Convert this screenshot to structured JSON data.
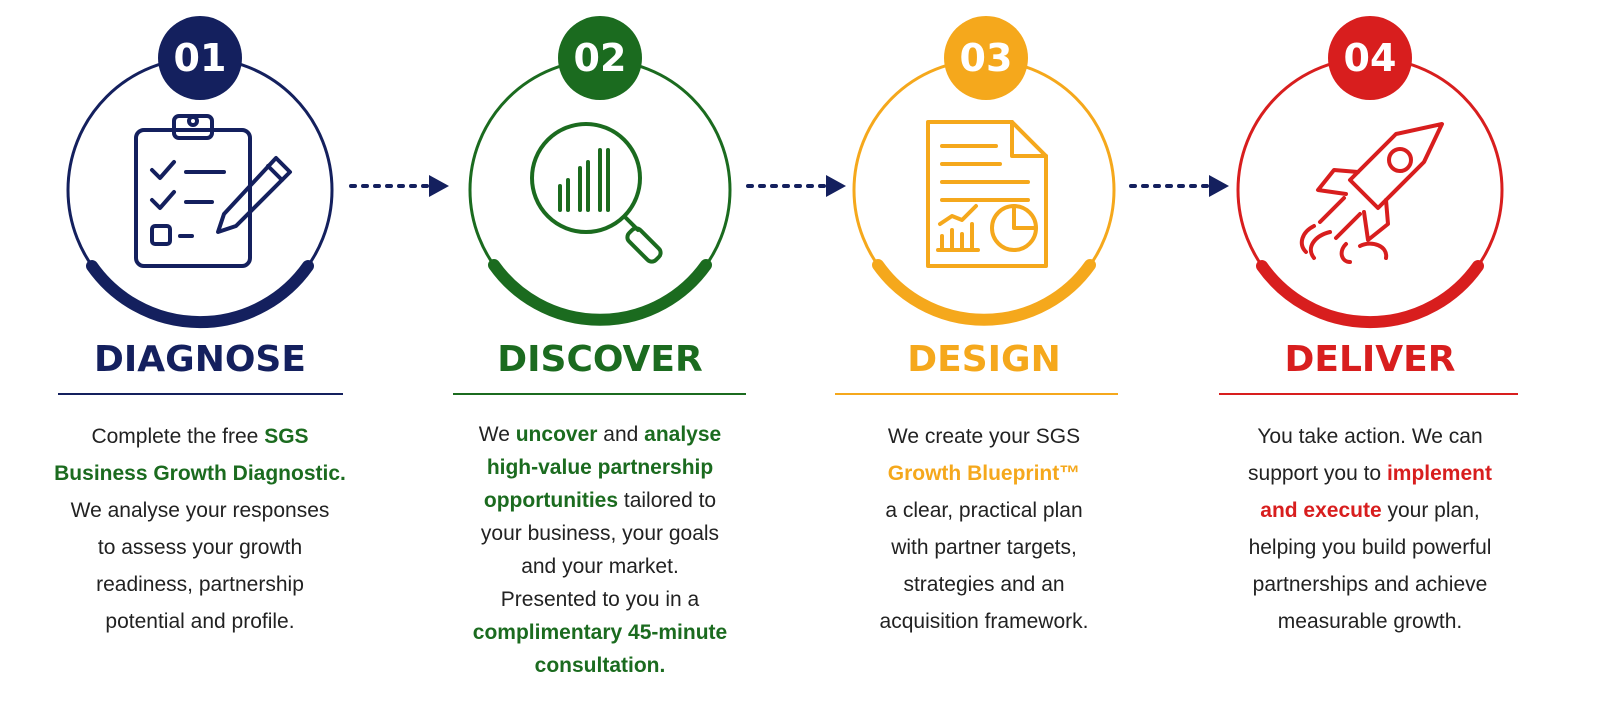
{
  "colors": {
    "navy": "#14205e",
    "green": "#1b6b1f",
    "amber": "#f5a81c",
    "red": "#d81e1e",
    "text": "#222222"
  },
  "steps": [
    {
      "number": "01",
      "title": "DIAGNOSE",
      "icon": "clipboard-checklist-icon",
      "color": "#14205e",
      "highlight": "#1b6b1f",
      "lines": [
        [
          {
            "t": "Complete the free ",
            "h": false
          },
          {
            "t": "SGS",
            "h": true
          }
        ],
        [
          {
            "t": "Business Growth Diagnostic.",
            "h": true
          }
        ],
        [
          {
            "t": "We analyse your responses",
            "h": false
          }
        ],
        [
          {
            "t": "to assess your growth",
            "h": false
          }
        ],
        [
          {
            "t": "readiness, partnership",
            "h": false
          }
        ],
        [
          {
            "t": "potential and profile.",
            "h": false
          }
        ]
      ]
    },
    {
      "number": "02",
      "title": "DISCOVER",
      "icon": "magnifier-chart-icon",
      "color": "#1b6b1f",
      "highlight": "#1b6b1f",
      "lines": [
        [
          {
            "t": "We ",
            "h": false
          },
          {
            "t": "uncover",
            "h": true
          },
          {
            "t": " and ",
            "h": false
          },
          {
            "t": "analyse",
            "h": true
          }
        ],
        [
          {
            "t": "high-value partnership",
            "h": true
          }
        ],
        [
          {
            "t": "opportunities",
            "h": true
          },
          {
            "t": " tailored to",
            "h": false
          }
        ],
        [
          {
            "t": "your business, your goals",
            "h": false
          }
        ],
        [
          {
            "t": "and your market.",
            "h": false
          }
        ],
        [
          {
            "t": "Presented to you in a",
            "h": false
          }
        ],
        [
          {
            "t": "complimentary 45-minute",
            "h": true
          }
        ],
        [
          {
            "t": "consultation.",
            "h": true
          }
        ]
      ]
    },
    {
      "number": "03",
      "title": "DESIGN",
      "icon": "report-document-icon",
      "color": "#f5a81c",
      "highlight": "#f5a81c",
      "lines": [
        [
          {
            "t": "We create your SGS",
            "h": false
          }
        ],
        [
          {
            "t": "Growth Blueprint™",
            "h": true
          }
        ],
        [
          {
            "t": "a clear, practical plan",
            "h": false
          }
        ],
        [
          {
            "t": "with partner targets,",
            "h": false
          }
        ],
        [
          {
            "t": "strategies and an",
            "h": false
          }
        ],
        [
          {
            "t": "acquisition framework.",
            "h": false
          }
        ]
      ]
    },
    {
      "number": "04",
      "title": "DELIVER",
      "icon": "rocket-icon",
      "color": "#d81e1e",
      "highlight": "#d81e1e",
      "lines": [
        [
          {
            "t": "You take action. We can",
            "h": false
          }
        ],
        [
          {
            "t": "support you to ",
            "h": false
          },
          {
            "t": "implement",
            "h": true
          }
        ],
        [
          {
            "t": "and execute",
            "h": true
          },
          {
            "t": " your plan,",
            "h": false
          }
        ],
        [
          {
            "t": "helping you build powerful",
            "h": false
          }
        ],
        [
          {
            "t": "partnerships and achieve",
            "h": false
          }
        ],
        [
          {
            "t": "measurable growth.",
            "h": false
          }
        ]
      ]
    }
  ]
}
